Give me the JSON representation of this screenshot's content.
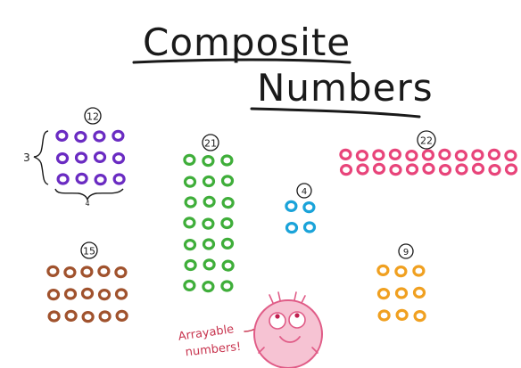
{
  "title": {
    "line1": "Composite",
    "line2": "Numbers"
  },
  "colors": {
    "ink": "#1a1a1a",
    "purple": "#6a2bc2",
    "green": "#3fae3a",
    "blue": "#1aa3d9",
    "pink": "#e8447a",
    "brown": "#a0522d",
    "orange": "#f0a020",
    "face": "#f2a0b8",
    "caption": "#c8354f"
  },
  "arrays": [
    {
      "id": "12",
      "label": "12",
      "rows": 3,
      "cols": 4,
      "color": "purple",
      "row_brace_label": "3",
      "col_brace_label": "4"
    },
    {
      "id": "21",
      "label": "21",
      "rows": 7,
      "cols": 3,
      "color": "green"
    },
    {
      "id": "4",
      "label": "4",
      "rows": 2,
      "cols": 2,
      "color": "blue"
    },
    {
      "id": "22",
      "label": "22",
      "rows": 2,
      "cols": 11,
      "color": "pink"
    },
    {
      "id": "15",
      "label": "15",
      "rows": 3,
      "cols": 5,
      "color": "brown"
    },
    {
      "id": "9",
      "label": "9",
      "rows": 3,
      "cols": 3,
      "color": "orange"
    }
  ],
  "caption": {
    "line1": "Arrayable",
    "line2": "numbers!"
  }
}
